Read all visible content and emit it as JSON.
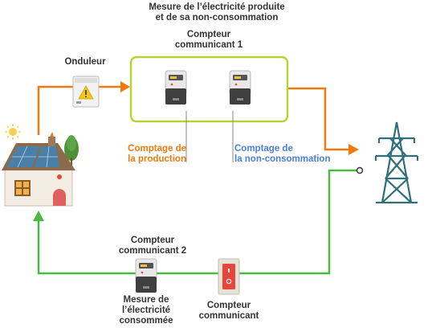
{
  "diagram": {
    "title": {
      "line1": "Mesure de l’électricité produite",
      "line2": "et de sa non-consommation"
    },
    "meter1": {
      "line1": "Compteur",
      "line2": "communicant 1"
    },
    "inverter": {
      "label": "Onduleur"
    },
    "production": {
      "line1": "Comptage de",
      "line2": "la production"
    },
    "non_consumption": {
      "line1": "Comptage de",
      "line2": "la non-consommation"
    },
    "meter2": {
      "line1": "Compteur",
      "line2": "communicant 2"
    },
    "consumption": {
      "line1": "Mesure de",
      "line2": "l’électricité",
      "line3": "consommée"
    },
    "breaker": {
      "line1": "Compteur",
      "line2": "communicant"
    },
    "colors": {
      "production_flow": "#f07a10",
      "consumption_flow": "#4cb944",
      "meter_box": "#b5d334",
      "production_text": "#f07a10",
      "non_consumption_text": "#4a7fe0",
      "pylon": "#2f6f7a",
      "breaker": "#e8453c"
    },
    "icons": [
      "house-with-solar-panels-icon",
      "inverter-icon",
      "smart-meter-icon",
      "electricity-pylon-icon",
      "circuit-breaker-icon"
    ]
  }
}
